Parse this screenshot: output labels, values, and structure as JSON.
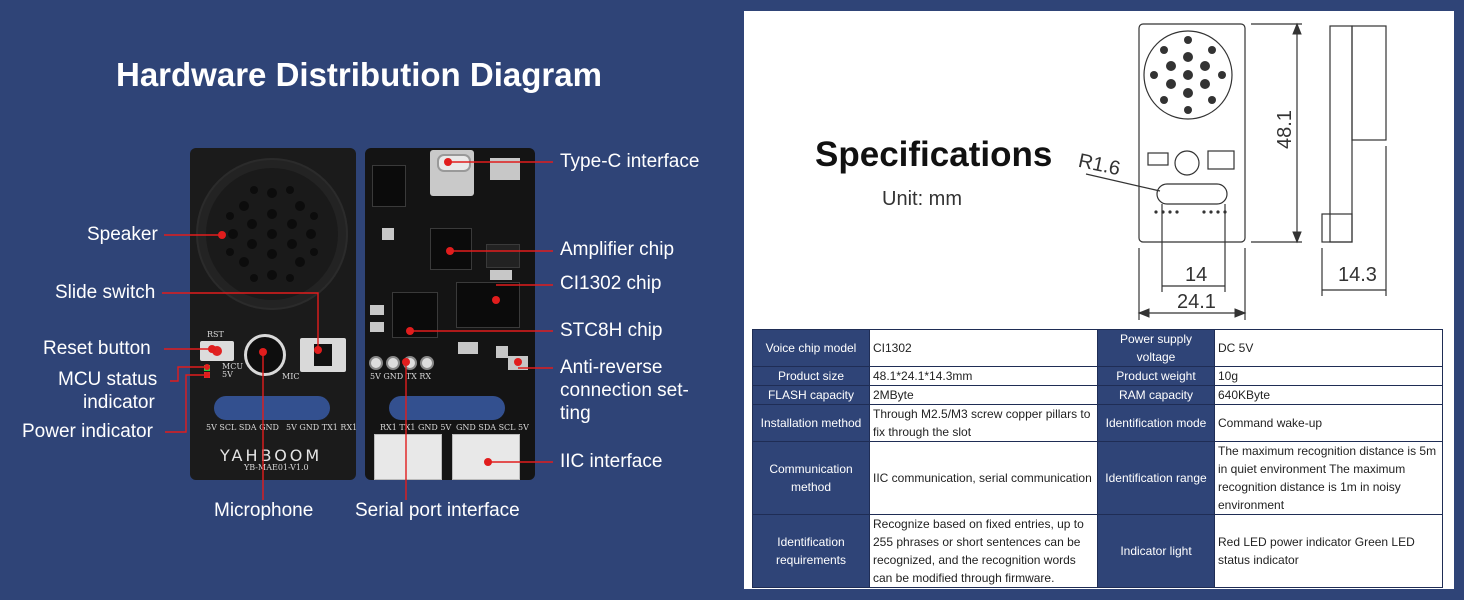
{
  "hardware": {
    "title": "Hardware Distribution Diagram",
    "labels": {
      "speaker": "Speaker",
      "slide_switch": "Slide switch",
      "reset_button": "Reset button",
      "mcu_status_line1": "MCU status",
      "mcu_status_line2": "indicator",
      "power_indicator": "Power indicator",
      "microphone": "Microphone",
      "serial_port": "Serial port interface",
      "type_c": "Type-C interface",
      "amplifier": "Amplifier chip",
      "ci1302": "CI1302 chip",
      "stc8h": "STC8H chip",
      "anti_reverse_line1": "Anti-reverse",
      "anti_reverse_line2": "connection set-",
      "anti_reverse_line3": "ting",
      "iic": "IIC interface"
    },
    "silkscreen": {
      "rst": "RST",
      "mcu": "MCU",
      "five_v": "5V",
      "mic": "MIC",
      "pins_front_left": "5V SCL SDA GND",
      "pins_front_right": "5V GND TX1 RX1",
      "brand": "YAHBOOM",
      "model": "YB-MAE01-V1.0",
      "pins_mid": "5V GND  TX  RX",
      "serial_pins": "RX1 TX1 GND 5V",
      "iic_pins": "GND SDA SCL 5V"
    }
  },
  "specifications": {
    "title": "Specifications",
    "unit": "Unit: mm",
    "dimensions": {
      "radius": "R1.6",
      "height": "48.1",
      "inner_width": "14",
      "width": "24.1",
      "depth": "14.3"
    },
    "rows": [
      {
        "h1": "Voice chip model",
        "v1": "CI1302",
        "h2": "Power supply voltage",
        "v2": "DC 5V"
      },
      {
        "h1": "Product size",
        "v1": "48.1*24.1*14.3mm",
        "h2": "Product weight",
        "v2": "10g"
      },
      {
        "h1": "FLASH capacity",
        "v1": "2MByte",
        "h2": "RAM capacity",
        "v2": "640KByte"
      },
      {
        "h1": "Installation method",
        "v1": "Through M2.5/M3 screw copper pillars to fix through the slot",
        "h2": "Identification mode",
        "v2": "Command wake-up"
      },
      {
        "h1": "Communication method",
        "v1": "IIC communication, serial communication",
        "h2": "Identification range",
        "v2": "The maximum recognition distance is 5m in quiet environment The maximum recognition distance is 1m in noisy environment"
      },
      {
        "h1": "Identification requirements",
        "v1": "Recognize based on fixed entries, up to 255 phrases or short sentences can be recognized, and the recognition words can be modified through firmware.",
        "h2": "Indicator light",
        "v2": "Red LED power indicator Green LED status indicator"
      }
    ]
  },
  "colors": {
    "background": "#2f4477",
    "accent_red": "#e11d1d",
    "table_header": "#2f4477"
  }
}
